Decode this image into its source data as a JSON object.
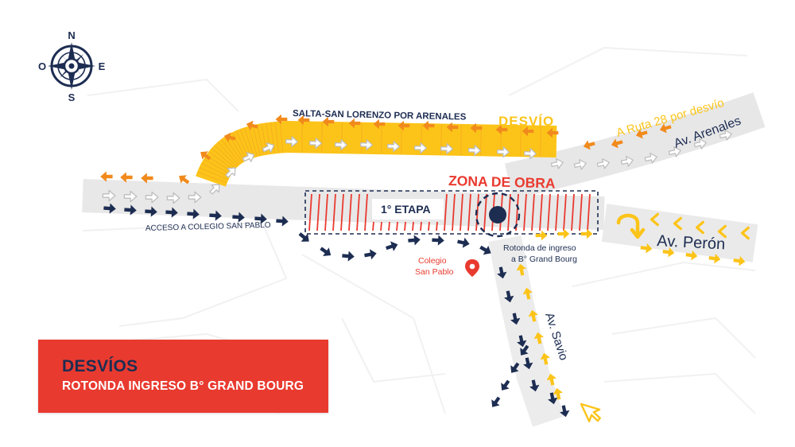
{
  "compass": {
    "north": "N",
    "south": "S",
    "east": "E",
    "west": "O",
    "icon": "compass-rose-icon"
  },
  "labels": {
    "desvio_route": "SALTA-SAN LORENZO POR ARENALES",
    "desvio": "DESVÍO",
    "ruta28": "A Ruta 28 por desvío",
    "av_arenales": "Av. Arenales",
    "zona_obra": "ZONA DE OBRA",
    "etapa": "1° ETAPA",
    "acceso_colegio": "ACCESO A COLEGIO SAN PABLO",
    "colegio_line1": "Colegio",
    "colegio_line2": "San Pablo",
    "rotonda_line1": "Rotonda de ingreso",
    "rotonda_line2": "a B° Grand Bourg",
    "av_peron": "Av. Perón",
    "av_savio": "Av. Savio"
  },
  "caption": {
    "title": "DESVÍOS",
    "subtitle": "ROTONDA INGRESO B° GRAND BOURG"
  },
  "colors": {
    "navy": "#1d2d52",
    "orange": "#f18a1c",
    "yellow": "#fcc419",
    "red": "#e93a2f",
    "road": "#e9e9e9"
  }
}
